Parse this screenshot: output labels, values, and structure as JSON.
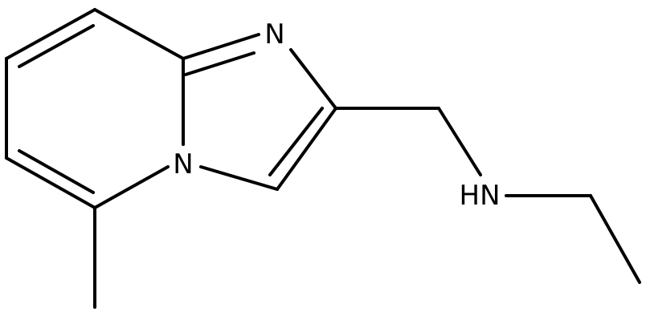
{
  "structure": {
    "atoms": {
      "n_imine": "N",
      "n_bridge": "N",
      "nh_amine": "HN"
    },
    "colors": {
      "bond": "#000000",
      "label": "#000000",
      "background": "#ffffff"
    }
  }
}
